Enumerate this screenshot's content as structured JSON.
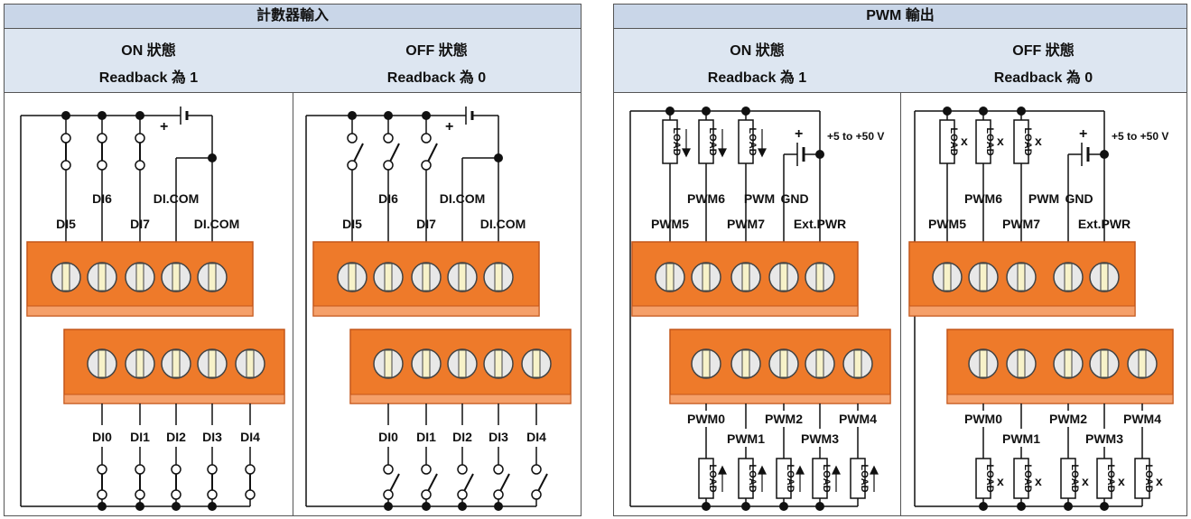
{
  "panels": {
    "counter": {
      "title": "計數器輸入",
      "on": {
        "line1": "ON 狀態",
        "line2": "Readback 為 1"
      },
      "off": {
        "line1": "OFF 狀態",
        "line2": "Readback 為 0"
      },
      "top_labels": [
        "DI6",
        "DI.COM",
        "DI5",
        "DI7",
        "DI.COM"
      ],
      "bottom_labels": [
        "DI0",
        "DI1",
        "DI2",
        "DI3",
        "DI4"
      ],
      "plus": "+"
    },
    "pwm": {
      "title": "PWM 輸出",
      "on": {
        "line1": "ON 狀態",
        "line2": "Readback 為 1"
      },
      "off": {
        "line1": "OFF 狀態",
        "line2": "Readback 為 0"
      },
      "top_labels": [
        "PWM6",
        "PWM",
        "GND",
        "PWM5",
        "PWM7",
        "Ext.PWR"
      ],
      "bottom_labels": [
        "PWM0",
        "PWM2",
        "PWM4",
        "PWM1",
        "PWM3"
      ],
      "voltage": "+5 to +50 V",
      "load": "LOAD",
      "off_mark": "x",
      "plus": "+"
    }
  },
  "colors": {
    "header": "#c9d6e8",
    "subheader": "#dde6f1",
    "terminal": "#ee7a2a",
    "terminal_edge": "#c4561a"
  }
}
